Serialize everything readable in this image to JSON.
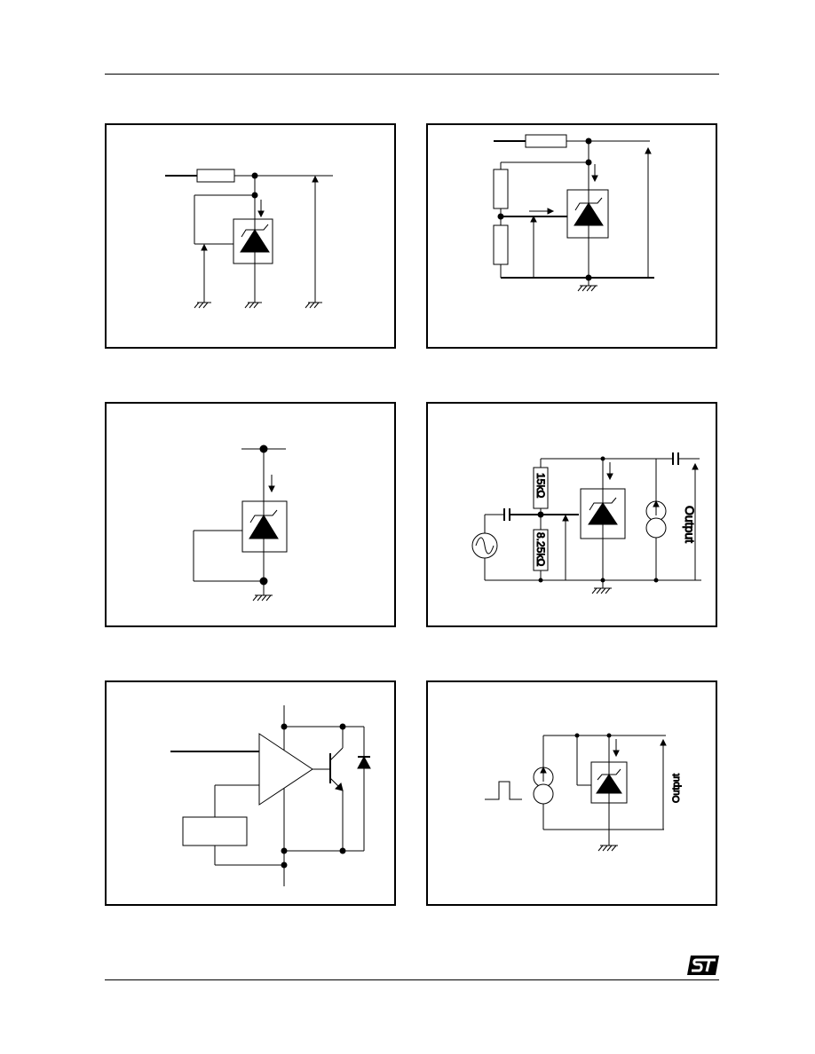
{
  "figures": {
    "fig4": {
      "resistor_top": "15kΩ",
      "resistor_bottom": "8.25kΩ",
      "output_label": "Output"
    },
    "fig6": {
      "output_label": "Output"
    }
  },
  "colors": {
    "ink": "#000000",
    "background": "#ffffff"
  },
  "icons": {
    "logo": "st-logo-icon"
  }
}
